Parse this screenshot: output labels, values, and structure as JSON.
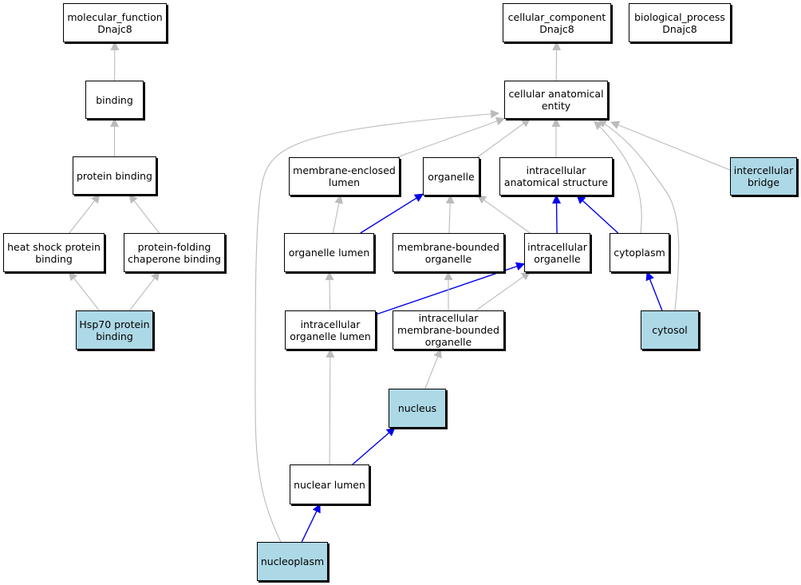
{
  "colors": {
    "highlight_fill": "#add8e6",
    "node_fill": "#ffffff",
    "is_a_edge": "#bbbbbb",
    "part_of_edge": "#0000ee"
  },
  "nodes": {
    "molecular_function": {
      "label": "molecular_function\nDnajc8"
    },
    "binding": {
      "label": "binding"
    },
    "protein_binding": {
      "label": "protein binding"
    },
    "heat_shock": {
      "label": "heat shock protein\nbinding"
    },
    "protein_folding": {
      "label": "protein-folding\nchaperone binding"
    },
    "hsp70": {
      "label": "Hsp70 protein\nbinding",
      "highlighted": true
    },
    "cellular_component": {
      "label": "cellular_component\nDnajc8"
    },
    "biological_process": {
      "label": "biological_process\nDnajc8"
    },
    "cae": {
      "label": "cellular anatomical\nentity"
    },
    "membrane_enclosed_lumen": {
      "label": "membrane-enclosed\nlumen"
    },
    "organelle": {
      "label": "organelle"
    },
    "intracellular_anatomical_structure": {
      "label": "intracellular\nanatomical structure"
    },
    "intercellular_bridge": {
      "label": "intercellular\nbridge",
      "highlighted": true
    },
    "organelle_lumen": {
      "label": "organelle lumen"
    },
    "membrane_bounded_organelle": {
      "label": "membrane-bounded\norganelle"
    },
    "intracellular_organelle": {
      "label": "intracellular\norganelle"
    },
    "cytoplasm": {
      "label": "cytoplasm"
    },
    "intracellular_organelle_lumen": {
      "label": "intracellular\norganelle lumen"
    },
    "intracellular_mbo": {
      "label": "intracellular\nmembrane-bounded\norganelle"
    },
    "cytosol": {
      "label": "cytosol",
      "highlighted": true
    },
    "nucleus": {
      "label": "nucleus",
      "highlighted": true
    },
    "nuclear_lumen": {
      "label": "nuclear lumen"
    },
    "nucleoplasm": {
      "label": "nucleoplasm",
      "highlighted": true
    }
  },
  "edges": [
    {
      "from": "binding",
      "to": "molecular_function",
      "type": "is_a"
    },
    {
      "from": "protein_binding",
      "to": "binding",
      "type": "is_a"
    },
    {
      "from": "heat_shock",
      "to": "protein_binding",
      "type": "is_a"
    },
    {
      "from": "protein_folding",
      "to": "protein_binding",
      "type": "is_a"
    },
    {
      "from": "hsp70",
      "to": "heat_shock",
      "type": "is_a"
    },
    {
      "from": "hsp70",
      "to": "protein_folding",
      "type": "is_a"
    },
    {
      "from": "cae",
      "to": "cellular_component",
      "type": "is_a"
    },
    {
      "from": "membrane_enclosed_lumen",
      "to": "cae",
      "type": "is_a"
    },
    {
      "from": "organelle",
      "to": "cae",
      "type": "is_a"
    },
    {
      "from": "intracellular_anatomical_structure",
      "to": "cae",
      "type": "is_a"
    },
    {
      "from": "intercellular_bridge",
      "to": "cae",
      "type": "is_a"
    },
    {
      "from": "cytoplasm",
      "to": "cae",
      "type": "is_a"
    },
    {
      "from": "cytosol",
      "to": "cae",
      "type": "is_a"
    },
    {
      "from": "nucleoplasm",
      "to": "cae",
      "type": "is_a"
    },
    {
      "from": "organelle_lumen",
      "to": "membrane_enclosed_lumen",
      "type": "is_a"
    },
    {
      "from": "organelle_lumen",
      "to": "organelle",
      "type": "part_of"
    },
    {
      "from": "membrane_bounded_organelle",
      "to": "organelle",
      "type": "is_a"
    },
    {
      "from": "intracellular_organelle",
      "to": "organelle",
      "type": "is_a"
    },
    {
      "from": "intracellular_organelle",
      "to": "intracellular_anatomical_structure",
      "type": "part_of"
    },
    {
      "from": "cytoplasm",
      "to": "intracellular_anatomical_structure",
      "type": "part_of"
    },
    {
      "from": "intracellular_organelle_lumen",
      "to": "organelle_lumen",
      "type": "is_a"
    },
    {
      "from": "intracellular_organelle_lumen",
      "to": "intracellular_organelle",
      "type": "part_of"
    },
    {
      "from": "intracellular_mbo",
      "to": "membrane_bounded_organelle",
      "type": "is_a"
    },
    {
      "from": "intracellular_mbo",
      "to": "intracellular_organelle",
      "type": "is_a"
    },
    {
      "from": "cytosol",
      "to": "cytoplasm",
      "type": "part_of"
    },
    {
      "from": "nucleus",
      "to": "intracellular_mbo",
      "type": "is_a"
    },
    {
      "from": "nuclear_lumen",
      "to": "intracellular_organelle_lumen",
      "type": "is_a"
    },
    {
      "from": "nuclear_lumen",
      "to": "nucleus",
      "type": "part_of"
    },
    {
      "from": "nucleoplasm",
      "to": "nuclear_lumen",
      "type": "part_of"
    }
  ]
}
